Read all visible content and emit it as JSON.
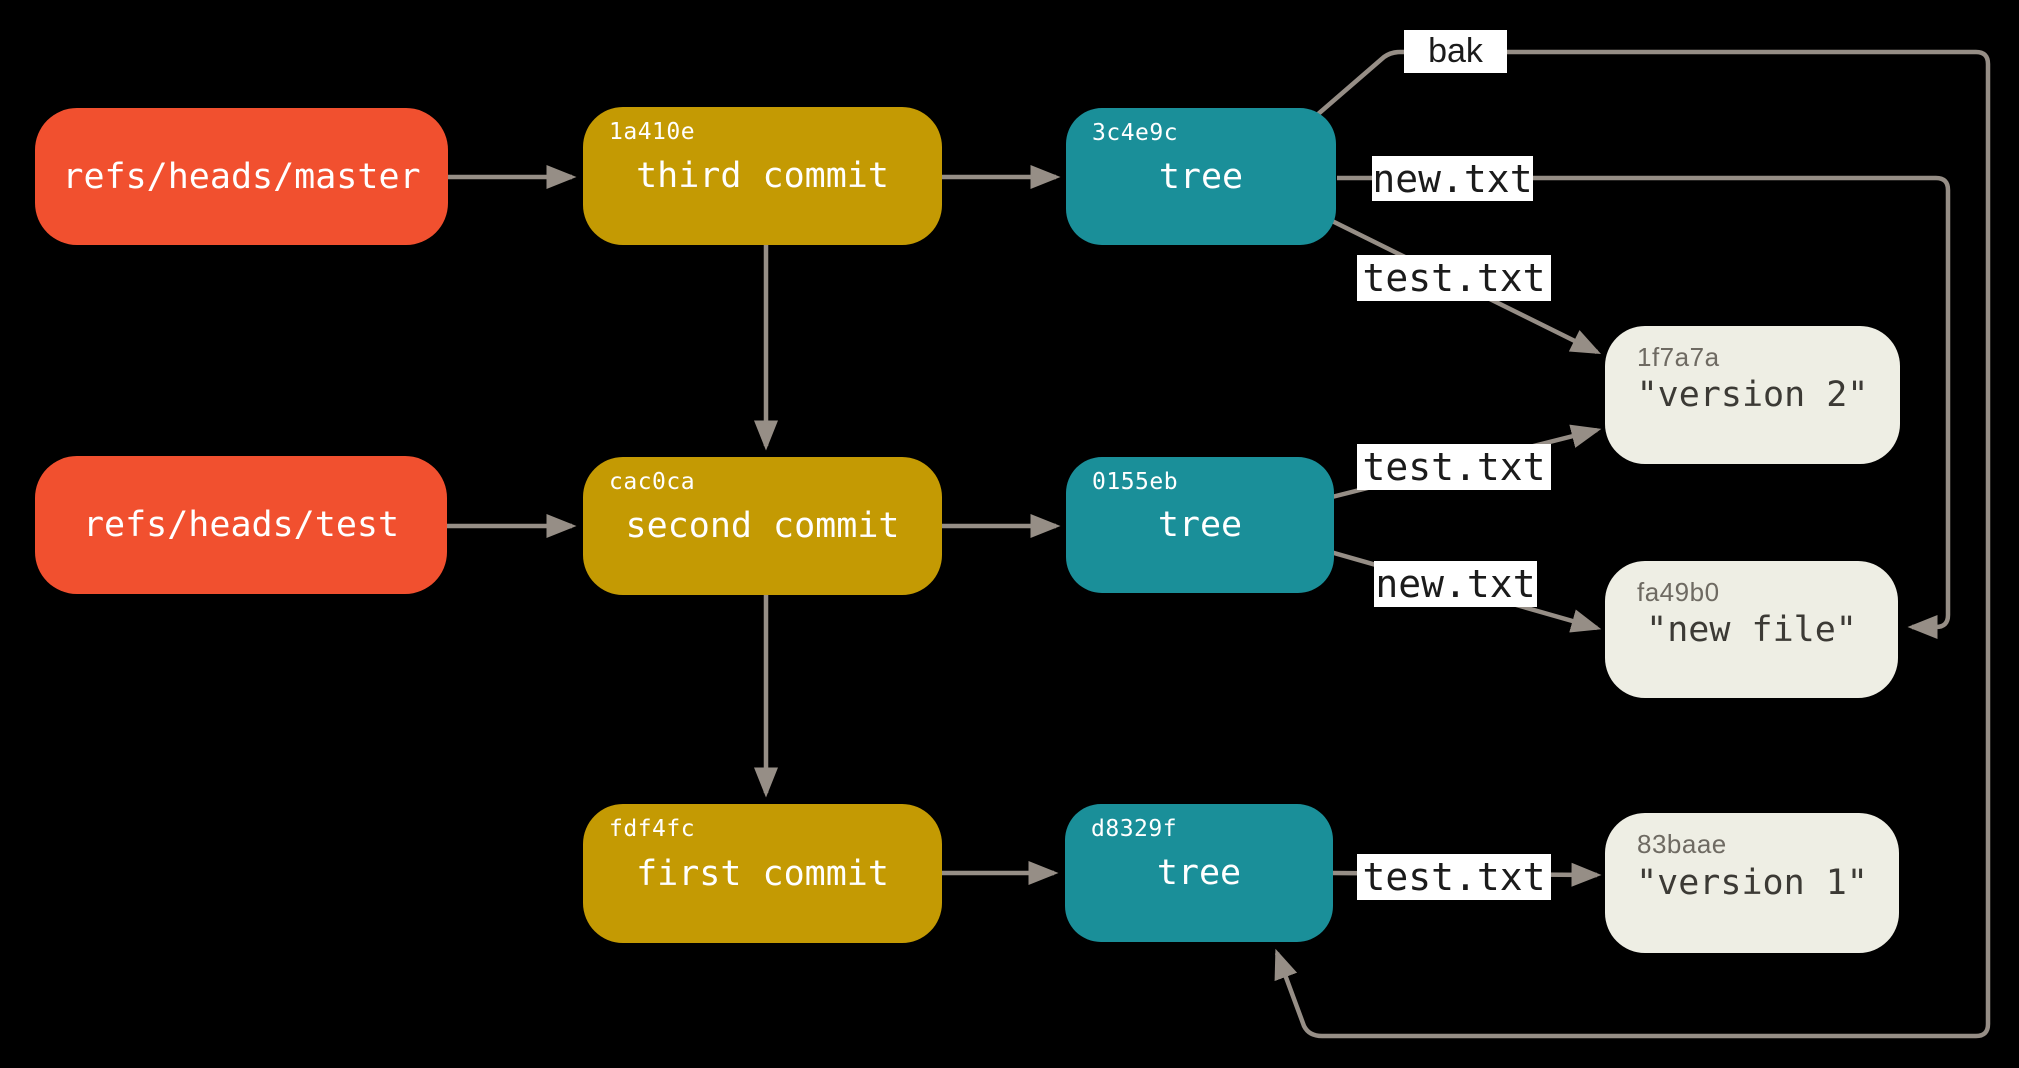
{
  "colors": {
    "background": "#000000",
    "ref": "#F1502F",
    "commit": "#C49A03",
    "tree": "#1A8F99",
    "blob": "#EEEEE4",
    "line": "#968E86",
    "label_bg": "#FFFFFF",
    "label_text": "#1B1B1B",
    "box_text": "#FFFFFF",
    "blob_id_text": "#6E6A62",
    "blob_content_text": "#3C3A35"
  },
  "refs": [
    {
      "name": "refs/heads/master"
    },
    {
      "name": "refs/heads/test"
    }
  ],
  "commits": [
    {
      "sha": "1a410e",
      "title": "third commit"
    },
    {
      "sha": "cac0ca",
      "title": "second commit"
    },
    {
      "sha": "fdf4fc",
      "title": "first commit"
    }
  ],
  "trees": [
    {
      "sha": "3c4e9c",
      "title": "tree"
    },
    {
      "sha": "0155eb",
      "title": "tree"
    },
    {
      "sha": "d8329f",
      "title": "tree"
    }
  ],
  "blobs": [
    {
      "sha": "1f7a7a",
      "content": "\"version 2\""
    },
    {
      "sha": "fa49b0",
      "content": "\"new file\""
    },
    {
      "sha": "83baae",
      "content": "\"version 1\""
    }
  ],
  "edge_labels": {
    "bak": "bak",
    "new_top": "new.txt",
    "test_top": "test.txt",
    "test_mid": "test.txt",
    "new_mid": "new.txt",
    "test_bottom": "test.txt"
  },
  "edges": [
    {
      "from": "refs/heads/master",
      "to": "commit 1a410e",
      "label": ""
    },
    {
      "from": "refs/heads/test",
      "to": "commit cac0ca",
      "label": ""
    },
    {
      "from": "commit 1a410e",
      "to": "commit cac0ca",
      "label": ""
    },
    {
      "from": "commit cac0ca",
      "to": "commit fdf4fc",
      "label": ""
    },
    {
      "from": "commit 1a410e",
      "to": "tree 3c4e9c",
      "label": ""
    },
    {
      "from": "commit cac0ca",
      "to": "tree 0155eb",
      "label": ""
    },
    {
      "from": "commit fdf4fc",
      "to": "tree d8329f",
      "label": ""
    },
    {
      "from": "tree 3c4e9c",
      "to": "tree d8329f",
      "label": "bak"
    },
    {
      "from": "tree 3c4e9c",
      "to": "blob fa49b0",
      "label": "new.txt"
    },
    {
      "from": "tree 3c4e9c",
      "to": "blob 1f7a7a",
      "label": "test.txt"
    },
    {
      "from": "tree 0155eb",
      "to": "blob 1f7a7a",
      "label": "test.txt"
    },
    {
      "from": "tree 0155eb",
      "to": "blob fa49b0",
      "label": "new.txt"
    },
    {
      "from": "tree d8329f",
      "to": "blob 83baae",
      "label": "test.txt"
    }
  ]
}
